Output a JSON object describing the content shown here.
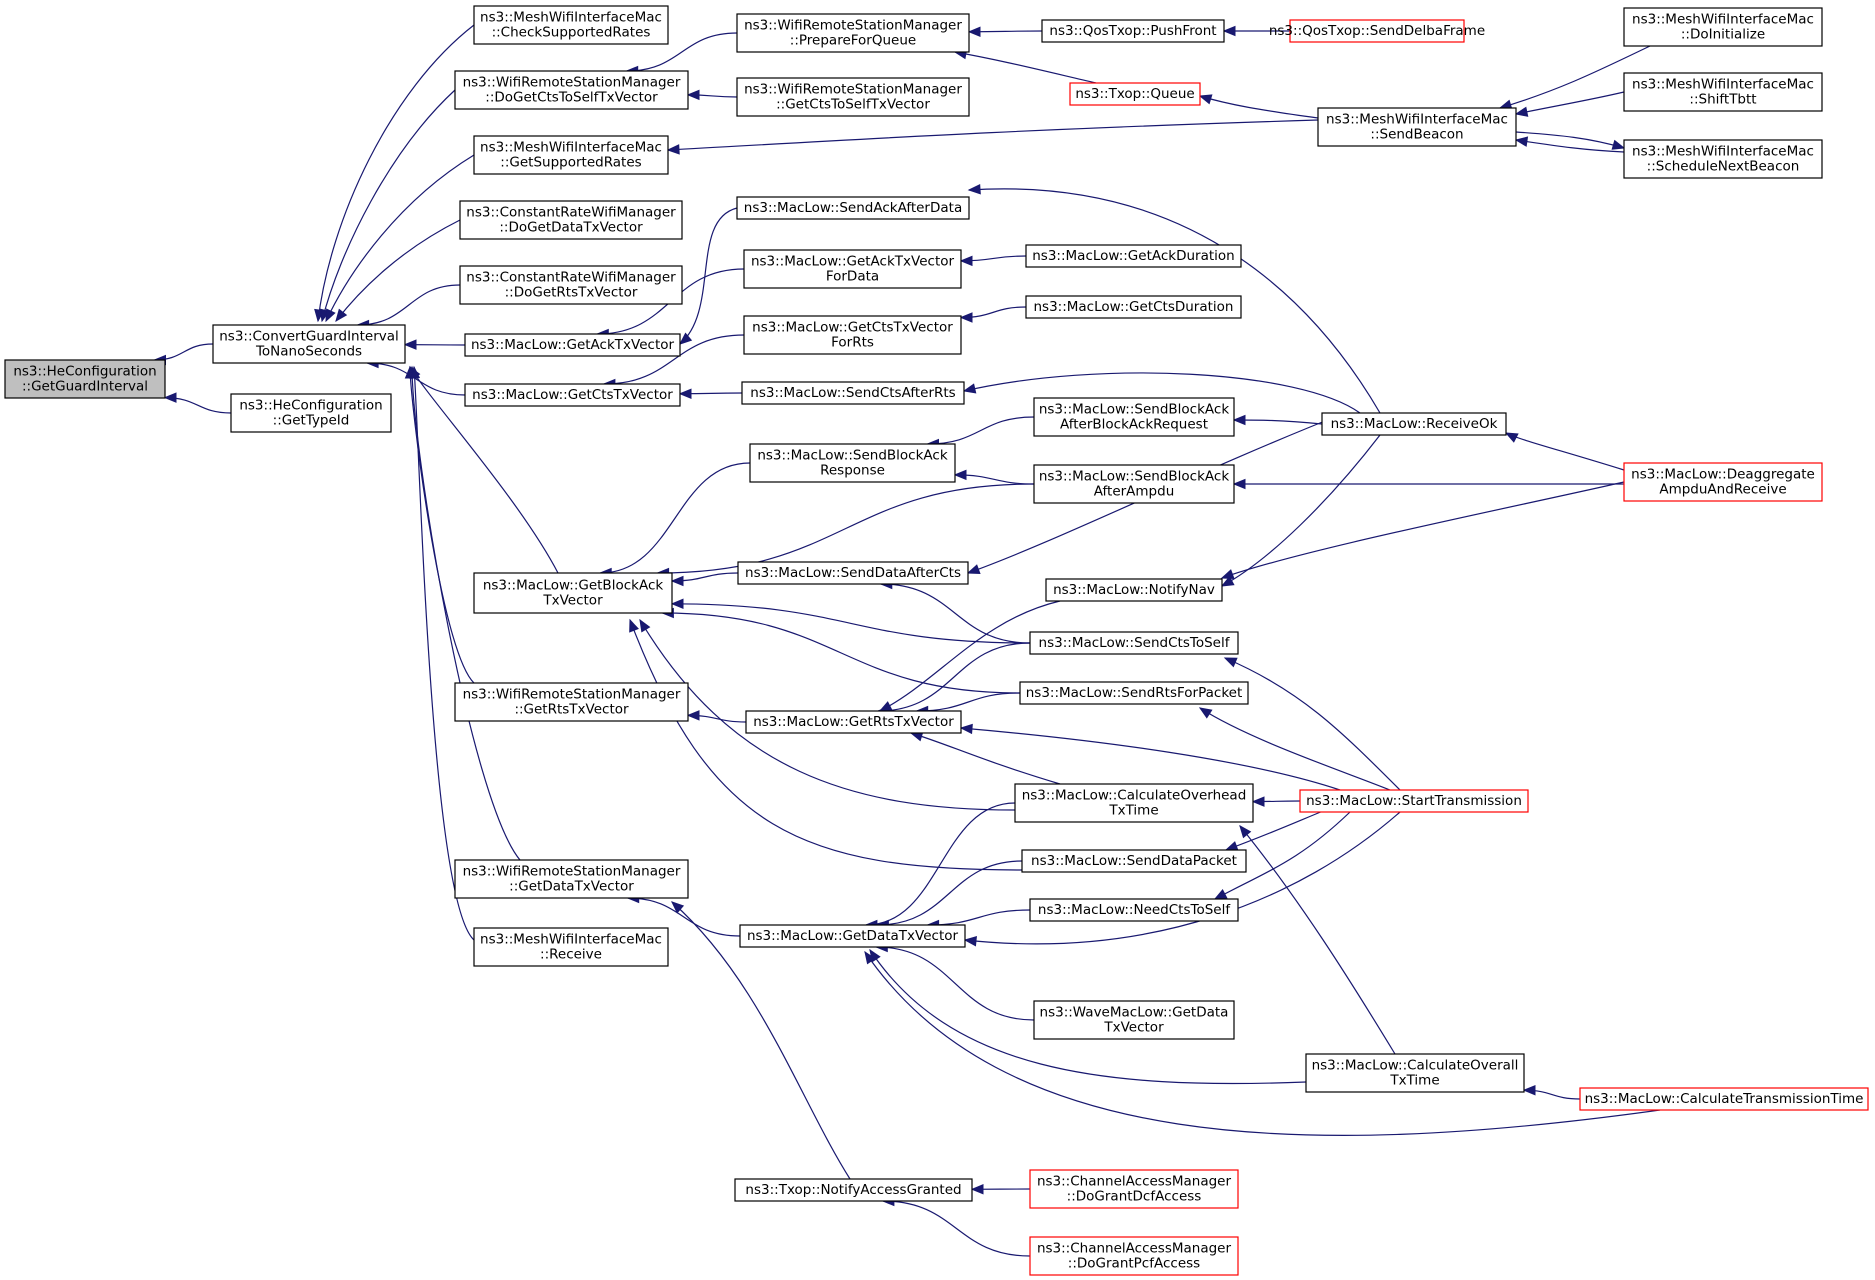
{
  "colors": {
    "edge": "#191970",
    "focus_fill": "#bfbfbf",
    "normal_border": "#000000",
    "truncated_border": "#ff0000"
  },
  "nodes": [
    {
      "id": "n0",
      "name": "node-heconfiguration-getguardinterval",
      "lines": [
        "ns3::HeConfiguration",
        "::GetGuardInterval"
      ],
      "kind": "focus"
    },
    {
      "id": "n1",
      "name": "node-convertguardintervaltonanoseconds",
      "lines": [
        "ns3::ConvertGuardInterval",
        "ToNanoSeconds"
      ],
      "kind": "normal"
    },
    {
      "id": "n2",
      "name": "node-heconfiguration-gettypeid",
      "lines": [
        "ns3::HeConfiguration",
        "::GetTypeId"
      ],
      "kind": "normal"
    },
    {
      "id": "n3",
      "name": "node-meshwifiinterfacemac-checksupportedrates",
      "lines": [
        "ns3::MeshWifiInterfaceMac",
        "::CheckSupportedRates"
      ],
      "kind": "normal"
    },
    {
      "id": "n4",
      "name": "node-wrsm-dogetctstoselftxvector",
      "lines": [
        "ns3::WifiRemoteStationManager",
        "::DoGetCtsToSelfTxVector"
      ],
      "kind": "normal"
    },
    {
      "id": "n5",
      "name": "node-meshwifiinterfacemac-getsupportedrates",
      "lines": [
        "ns3::MeshWifiInterfaceMac",
        "::GetSupportedRates"
      ],
      "kind": "normal"
    },
    {
      "id": "n6",
      "name": "node-constantratewifimanager-dogetdatatxvector",
      "lines": [
        "ns3::ConstantRateWifiManager",
        "::DoGetDataTxVector"
      ],
      "kind": "normal"
    },
    {
      "id": "n7",
      "name": "node-constantratewifimanager-dogetrtstxvector",
      "lines": [
        "ns3::ConstantRateWifiManager",
        "::DoGetRtsTxVector"
      ],
      "kind": "normal"
    },
    {
      "id": "n8",
      "name": "node-maclow-getacktxvector",
      "lines": [
        "ns3::MacLow::GetAckTxVector"
      ],
      "kind": "normal"
    },
    {
      "id": "n9",
      "name": "node-maclow-getctstxvector",
      "lines": [
        "ns3::MacLow::GetCtsTxVector"
      ],
      "kind": "normal"
    },
    {
      "id": "n10",
      "name": "node-maclow-getblockacktxvector",
      "lines": [
        "ns3::MacLow::GetBlockAck",
        "TxVector"
      ],
      "kind": "normal"
    },
    {
      "id": "n11",
      "name": "node-wrsm-getrtstxvector",
      "lines": [
        "ns3::WifiRemoteStationManager",
        "::GetRtsTxVector"
      ],
      "kind": "normal"
    },
    {
      "id": "n12",
      "name": "node-wrsm-getdatatxvector",
      "lines": [
        "ns3::WifiRemoteStationManager",
        "::GetDataTxVector"
      ],
      "kind": "normal"
    },
    {
      "id": "n13",
      "name": "node-meshwifiinterfacemac-receive",
      "lines": [
        "ns3::MeshWifiInterfaceMac",
        "::Receive"
      ],
      "kind": "normal"
    },
    {
      "id": "n14",
      "name": "node-wrsm-prepareforqueue",
      "lines": [
        "ns3::WifiRemoteStationManager",
        "::PrepareForQueue"
      ],
      "kind": "normal"
    },
    {
      "id": "n15",
      "name": "node-wrsm-getctstoselftxvector",
      "lines": [
        "ns3::WifiRemoteStationManager",
        "::GetCtsToSelfTxVector"
      ],
      "kind": "normal"
    },
    {
      "id": "n16",
      "name": "node-maclow-sendackafterdata",
      "lines": [
        "ns3::MacLow::SendAckAfterData"
      ],
      "kind": "normal"
    },
    {
      "id": "n17",
      "name": "node-maclow-getacktxvectorfordata",
      "lines": [
        "ns3::MacLow::GetAckTxVector",
        "ForData"
      ],
      "kind": "normal"
    },
    {
      "id": "n18",
      "name": "node-maclow-getctstxvectorforrts",
      "lines": [
        "ns3::MacLow::GetCtsTxVector",
        "ForRts"
      ],
      "kind": "normal"
    },
    {
      "id": "n19",
      "name": "node-maclow-sendctsafterrts",
      "lines": [
        "ns3::MacLow::SendCtsAfterRts"
      ],
      "kind": "normal"
    },
    {
      "id": "n20",
      "name": "node-maclow-sendblockackresponse",
      "lines": [
        "ns3::MacLow::SendBlockAck",
        "Response"
      ],
      "kind": "normal"
    },
    {
      "id": "n21",
      "name": "node-maclow-senddataafterCts",
      "lines": [
        "ns3::MacLow::SendDataAfterCts"
      ],
      "kind": "normal"
    },
    {
      "id": "n22",
      "name": "node-maclow-getrtstxvector",
      "lines": [
        "ns3::MacLow::GetRtsTxVector"
      ],
      "kind": "normal"
    },
    {
      "id": "n23",
      "name": "node-maclow-getdatatxvector",
      "lines": [
        "ns3::MacLow::GetDataTxVector"
      ],
      "kind": "normal"
    },
    {
      "id": "n24",
      "name": "node-txop-notifyaccessgranted",
      "lines": [
        "ns3::Txop::NotifyAccessGranted"
      ],
      "kind": "normal"
    },
    {
      "id": "n25",
      "name": "node-qostxop-pushfront",
      "lines": [
        "ns3::QosTxop::PushFront"
      ],
      "kind": "normal"
    },
    {
      "id": "n26",
      "name": "node-txop-queue",
      "lines": [
        "ns3::Txop::Queue"
      ],
      "kind": "truncated"
    },
    {
      "id": "n27",
      "name": "node-maclow-getackduration",
      "lines": [
        "ns3::MacLow::GetAckDuration"
      ],
      "kind": "normal"
    },
    {
      "id": "n28",
      "name": "node-maclow-getctsduration",
      "lines": [
        "ns3::MacLow::GetCtsDuration"
      ],
      "kind": "normal"
    },
    {
      "id": "n29",
      "name": "node-maclow-sendblockackafterblockackrequest",
      "lines": [
        "ns3::MacLow::SendBlockAck",
        "AfterBlockAckRequest"
      ],
      "kind": "normal"
    },
    {
      "id": "n30",
      "name": "node-maclow-sendblockackafterampdu",
      "lines": [
        "ns3::MacLow::SendBlockAck",
        "AfterAmpdu"
      ],
      "kind": "normal"
    },
    {
      "id": "n31",
      "name": "node-maclow-notifynav",
      "lines": [
        "ns3::MacLow::NotifyNav"
      ],
      "kind": "normal"
    },
    {
      "id": "n32",
      "name": "node-maclow-sendctstoself",
      "lines": [
        "ns3::MacLow::SendCtsToSelf"
      ],
      "kind": "normal"
    },
    {
      "id": "n33",
      "name": "node-maclow-sendrtsforpacket",
      "lines": [
        "ns3::MacLow::SendRtsForPacket"
      ],
      "kind": "normal"
    },
    {
      "id": "n34",
      "name": "node-maclow-calculateoverheadtxtime",
      "lines": [
        "ns3::MacLow::CalculateOverhead",
        "TxTime"
      ],
      "kind": "normal"
    },
    {
      "id": "n35",
      "name": "node-maclow-senddatapacket",
      "lines": [
        "ns3::MacLow::SendDataPacket"
      ],
      "kind": "normal"
    },
    {
      "id": "n36",
      "name": "node-maclow-needctstoself",
      "lines": [
        "ns3::MacLow::NeedCtsToSelf"
      ],
      "kind": "normal"
    },
    {
      "id": "n37",
      "name": "node-wavemaclow-getdatatxvector",
      "lines": [
        "ns3::WaveMacLow::GetData",
        "TxVector"
      ],
      "kind": "normal"
    },
    {
      "id": "n38",
      "name": "node-channelaccessmanager-dograntdcfaccess",
      "lines": [
        "ns3::ChannelAccessManager",
        "::DoGrantDcfAccess"
      ],
      "kind": "truncated"
    },
    {
      "id": "n39",
      "name": "node-channelaccessmanager-dograntpcfaccess",
      "lines": [
        "ns3::ChannelAccessManager",
        "::DoGrantPcfAccess"
      ],
      "kind": "truncated"
    },
    {
      "id": "n40",
      "name": "node-qostxop-senddelbaframe",
      "lines": [
        "ns3::QosTxop::SendDelbaFrame"
      ],
      "kind": "truncated"
    },
    {
      "id": "n41",
      "name": "node-meshwifiinterfacemac-sendbeacon",
      "lines": [
        "ns3::MeshWifiInterfaceMac",
        "::SendBeacon"
      ],
      "kind": "normal"
    },
    {
      "id": "n42",
      "name": "node-maclow-receiveok",
      "lines": [
        "ns3::MacLow::ReceiveOk"
      ],
      "kind": "normal"
    },
    {
      "id": "n43",
      "name": "node-maclow-starttransmission",
      "lines": [
        "ns3::MacLow::StartTransmission"
      ],
      "kind": "truncated"
    },
    {
      "id": "n44",
      "name": "node-maclow-calculateoveralltxtime",
      "lines": [
        "ns3::MacLow::CalculateOverall",
        "TxTime"
      ],
      "kind": "normal"
    },
    {
      "id": "n45",
      "name": "node-meshwifiinterfacemac-doinitialize",
      "lines": [
        "ns3::MeshWifiInterfaceMac",
        "::DoInitialize"
      ],
      "kind": "normal"
    },
    {
      "id": "n46",
      "name": "node-meshwifiinterfacemac-shifttbtt",
      "lines": [
        "ns3::MeshWifiInterfaceMac",
        "::ShiftTbtt"
      ],
      "kind": "normal"
    },
    {
      "id": "n47",
      "name": "node-meshwifiinterfacemac-schedulenextbeacon",
      "lines": [
        "ns3::MeshWifiInterfaceMac",
        "::ScheduleNextBeacon"
      ],
      "kind": "normal"
    },
    {
      "id": "n48",
      "name": "node-maclow-deaggregateampduandreceive",
      "lines": [
        "ns3::MacLow::Deaggregate",
        "AmpduAndReceive"
      ],
      "kind": "truncated"
    },
    {
      "id": "n49",
      "name": "node-maclow-calculatetransmissiontime",
      "lines": [
        "ns3::MacLow::CalculateTransmissionTime"
      ],
      "kind": "truncated"
    }
  ],
  "edges": [
    {
      "from": "n1",
      "to": "n0"
    },
    {
      "from": "n2",
      "to": "n0"
    },
    {
      "from": "n3",
      "to": "n1"
    },
    {
      "from": "n4",
      "to": "n1"
    },
    {
      "from": "n5",
      "to": "n1"
    },
    {
      "from": "n6",
      "to": "n1"
    },
    {
      "from": "n7",
      "to": "n1"
    },
    {
      "from": "n8",
      "to": "n1"
    },
    {
      "from": "n9",
      "to": "n1"
    },
    {
      "from": "n10",
      "to": "n1"
    },
    {
      "from": "n11",
      "to": "n1"
    },
    {
      "from": "n12",
      "to": "n1"
    },
    {
      "from": "n13",
      "to": "n1"
    },
    {
      "from": "n14",
      "to": "n4"
    },
    {
      "from": "n15",
      "to": "n4"
    },
    {
      "from": "n41",
      "to": "n5"
    },
    {
      "from": "n16",
      "to": "n8"
    },
    {
      "from": "n17",
      "to": "n8"
    },
    {
      "from": "n18",
      "to": "n9"
    },
    {
      "from": "n19",
      "to": "n9"
    },
    {
      "from": "n20",
      "to": "n10"
    },
    {
      "from": "n30",
      "to": "n10"
    },
    {
      "from": "n21",
      "to": "n10"
    },
    {
      "from": "n32",
      "to": "n10"
    },
    {
      "from": "n33",
      "to": "n10"
    },
    {
      "from": "n34",
      "to": "n10"
    },
    {
      "from": "n35",
      "to": "n10"
    },
    {
      "from": "n22",
      "to": "n11"
    },
    {
      "from": "n23",
      "to": "n12"
    },
    {
      "from": "n24",
      "to": "n12"
    },
    {
      "from": "n25",
      "to": "n14"
    },
    {
      "from": "n26",
      "to": "n14"
    },
    {
      "from": "n42",
      "to": "n16"
    },
    {
      "from": "n27",
      "to": "n17"
    },
    {
      "from": "n28",
      "to": "n18"
    },
    {
      "from": "n42",
      "to": "n19"
    },
    {
      "from": "n29",
      "to": "n20"
    },
    {
      "from": "n30",
      "to": "n20"
    },
    {
      "from": "n42",
      "to": "n21"
    },
    {
      "from": "n32",
      "to": "n21"
    },
    {
      "from": "n31",
      "to": "n22"
    },
    {
      "from": "n32",
      "to": "n22"
    },
    {
      "from": "n33",
      "to": "n22"
    },
    {
      "from": "n34",
      "to": "n22"
    },
    {
      "from": "n43",
      "to": "n22"
    },
    {
      "from": "n34",
      "to": "n23"
    },
    {
      "from": "n35",
      "to": "n23"
    },
    {
      "from": "n36",
      "to": "n23"
    },
    {
      "from": "n43",
      "to": "n23"
    },
    {
      "from": "n37",
      "to": "n23"
    },
    {
      "from": "n44",
      "to": "n23"
    },
    {
      "from": "n49",
      "to": "n23"
    },
    {
      "from": "n38",
      "to": "n24"
    },
    {
      "from": "n39",
      "to": "n24"
    },
    {
      "from": "n40",
      "to": "n25"
    },
    {
      "from": "n41",
      "to": "n26"
    },
    {
      "from": "n42",
      "to": "n29"
    },
    {
      "from": "n48",
      "to": "n30"
    },
    {
      "from": "n42",
      "to": "n31"
    },
    {
      "from": "n48",
      "to": "n31"
    },
    {
      "from": "n43",
      "to": "n32"
    },
    {
      "from": "n43",
      "to": "n33"
    },
    {
      "from": "n43",
      "to": "n34"
    },
    {
      "from": "n44",
      "to": "n34"
    },
    {
      "from": "n43",
      "to": "n35"
    },
    {
      "from": "n43",
      "to": "n36"
    },
    {
      "from": "n49",
      "to": "n44"
    },
    {
      "from": "n45",
      "to": "n41"
    },
    {
      "from": "n46",
      "to": "n41"
    },
    {
      "from": "n47",
      "to": "n41"
    },
    {
      "from": "n41",
      "to": "n47"
    },
    {
      "from": "n48",
      "to": "n42"
    }
  ]
}
